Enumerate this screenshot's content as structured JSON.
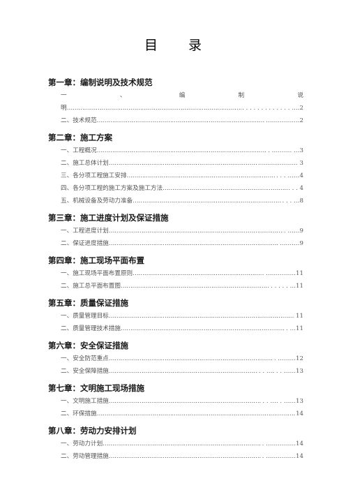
{
  "title": [
    "目",
    "录"
  ],
  "chapters": [
    {
      "heading": "第一章：编制说明及技术规范",
      "entries": [
        {
          "label": "编制说明",
          "page": ". . . . . . . . . . . . . ….2",
          "spread": [
            "一",
            "、",
            "编",
            "制",
            "说"
          ],
          "cont_label": "明"
        },
        {
          "label": "二、技术规范",
          "page": "………….….2"
        }
      ]
    },
    {
      "heading": "第二章：施工方案",
      "entries": [
        {
          "label": "一、工程概况",
          "page": ". ………. …3"
        },
        {
          "label": "二、施工总体计划",
          "page": "………….……. 3"
        },
        {
          "label": "三、各分项工程施工安排",
          "page": ". . . ……4"
        },
        {
          "label": "四、各分项工程的施工方案及施工方法",
          "page": ". . . 4"
        },
        {
          "label": "五、机械设备及劳动力准备",
          "page": ". . . …8"
        }
      ]
    },
    {
      "heading": "第三章：施工进度计划及保证措施",
      "entries": [
        {
          "label": "一、工程进度计划",
          "page": ". ……9"
        },
        {
          "label": "二、保证进度措施",
          "page": ".………9"
        }
      ]
    },
    {
      "heading": "第四章：施工现场平面布置",
      "entries": [
        {
          "label": "一、施工现场平面布置原则",
          "page": ". ……………11"
        },
        {
          "label": "二、施工总平面布置图",
          "page": ". . . . . …11"
        }
      ]
    },
    {
      "heading": "第五章：质量保证措施",
      "entries": [
        {
          "label": "一、质量管理目标",
          "page": ". 11"
        },
        {
          "label": "二、质量管理技术措施",
          "page": ". …11"
        }
      ]
    },
    {
      "heading": "第六章：安全保证措施",
      "entries": [
        {
          "label": "一、安全防范重点",
          "page": ". ………12"
        },
        {
          "label": "二、安全保障措施",
          "page": ". . …. . . ……13"
        }
      ]
    },
    {
      "heading": "第七章：文明施工现场措施",
      "entries": [
        {
          "label": "一、文明施工措施",
          "page": ". . …. . ……13"
        },
        {
          "label": "二、环保措施",
          "page": "14"
        }
      ]
    },
    {
      "heading": "第八章：劳动力安排计划",
      "entries": [
        {
          "label": "一、劳动力计划",
          "page": ". ……………14"
        },
        {
          "label": "二、劳动管理措施",
          "page": ". ……………14"
        }
      ]
    }
  ]
}
